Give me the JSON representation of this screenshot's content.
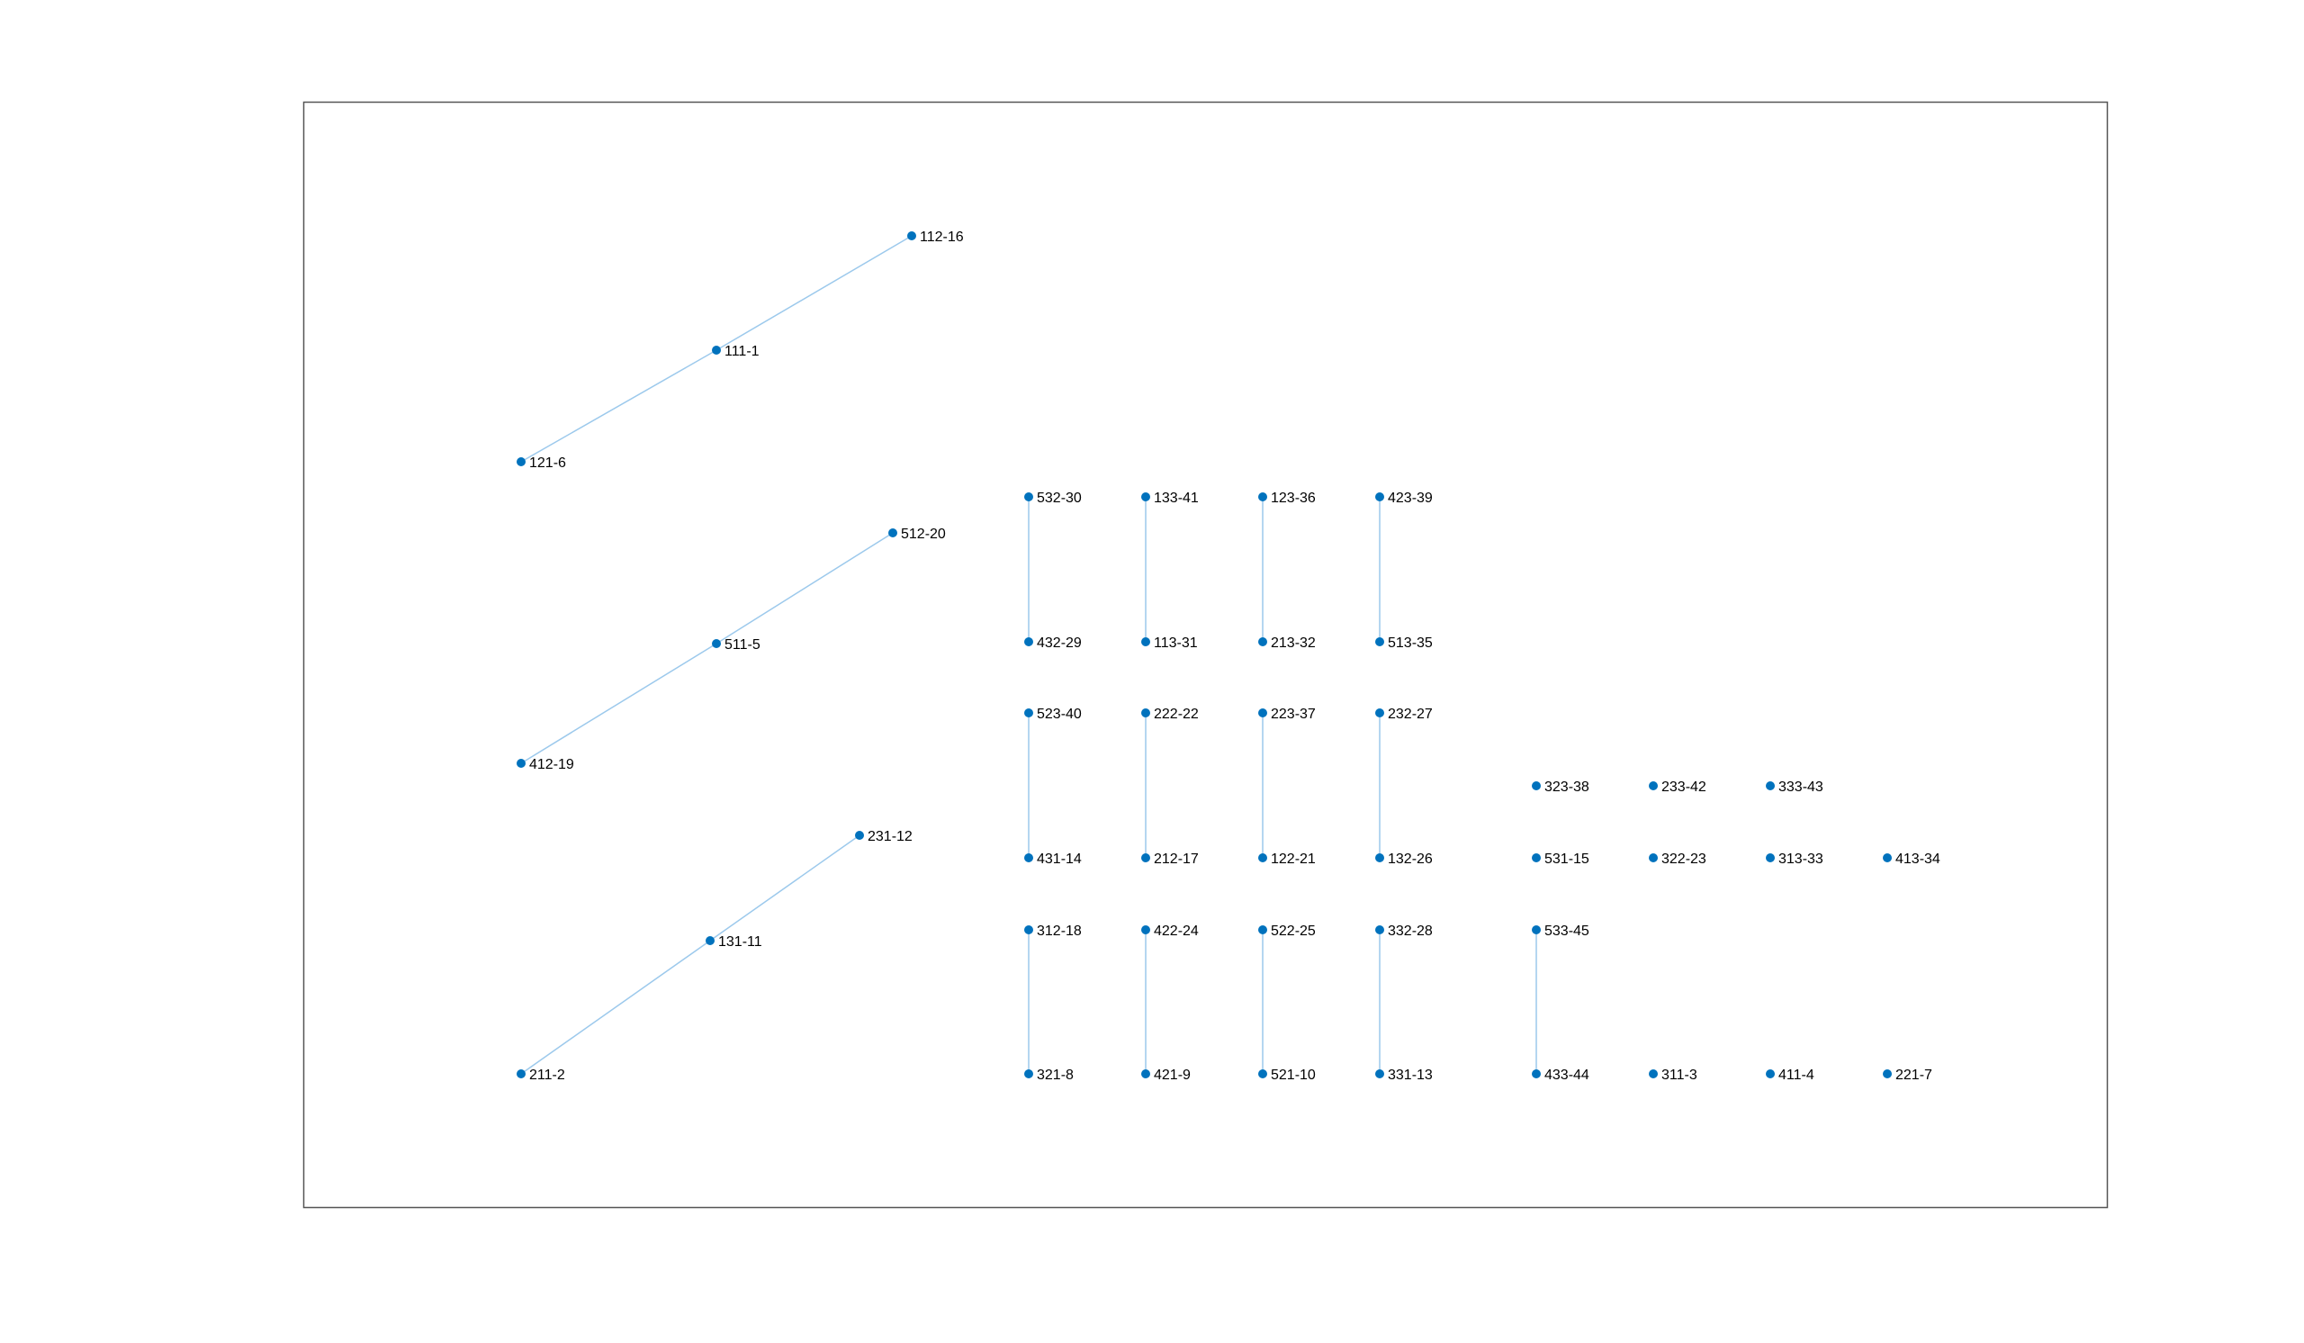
{
  "colors": {
    "node": "#0072BD",
    "edge": "#9CC9EC",
    "frame": "#555555"
  },
  "nodes": [
    "112-16",
    "111-1",
    "121-6",
    "512-20",
    "511-5",
    "412-19",
    "231-12",
    "131-11",
    "211-2",
    "532-30",
    "432-29",
    "133-41",
    "113-31",
    "123-36",
    "213-32",
    "423-39",
    "513-35",
    "523-40",
    "431-14",
    "222-22",
    "212-17",
    "223-37",
    "122-21",
    "232-27",
    "132-26",
    "312-18",
    "321-8",
    "422-24",
    "421-9",
    "522-25",
    "521-10",
    "332-28",
    "331-13",
    "323-38",
    "233-42",
    "333-43",
    "531-15",
    "322-23",
    "313-33",
    "413-34",
    "533-45",
    "433-44",
    "311-3",
    "411-4",
    "221-7"
  ],
  "edges": [
    [
      "121-6",
      "111-1"
    ],
    [
      "111-1",
      "112-16"
    ],
    [
      "412-19",
      "511-5"
    ],
    [
      "511-5",
      "512-20"
    ],
    [
      "211-2",
      "131-11"
    ],
    [
      "131-11",
      "231-12"
    ],
    [
      "532-30",
      "432-29"
    ],
    [
      "133-41",
      "113-31"
    ],
    [
      "123-36",
      "213-32"
    ],
    [
      "423-39",
      "513-35"
    ],
    [
      "523-40",
      "431-14"
    ],
    [
      "222-22",
      "212-17"
    ],
    [
      "223-37",
      "122-21"
    ],
    [
      "232-27",
      "132-26"
    ],
    [
      "312-18",
      "321-8"
    ],
    [
      "422-24",
      "421-9"
    ],
    [
      "522-25",
      "521-10"
    ],
    [
      "332-28",
      "331-13"
    ],
    [
      "533-45",
      "433-44"
    ]
  ]
}
